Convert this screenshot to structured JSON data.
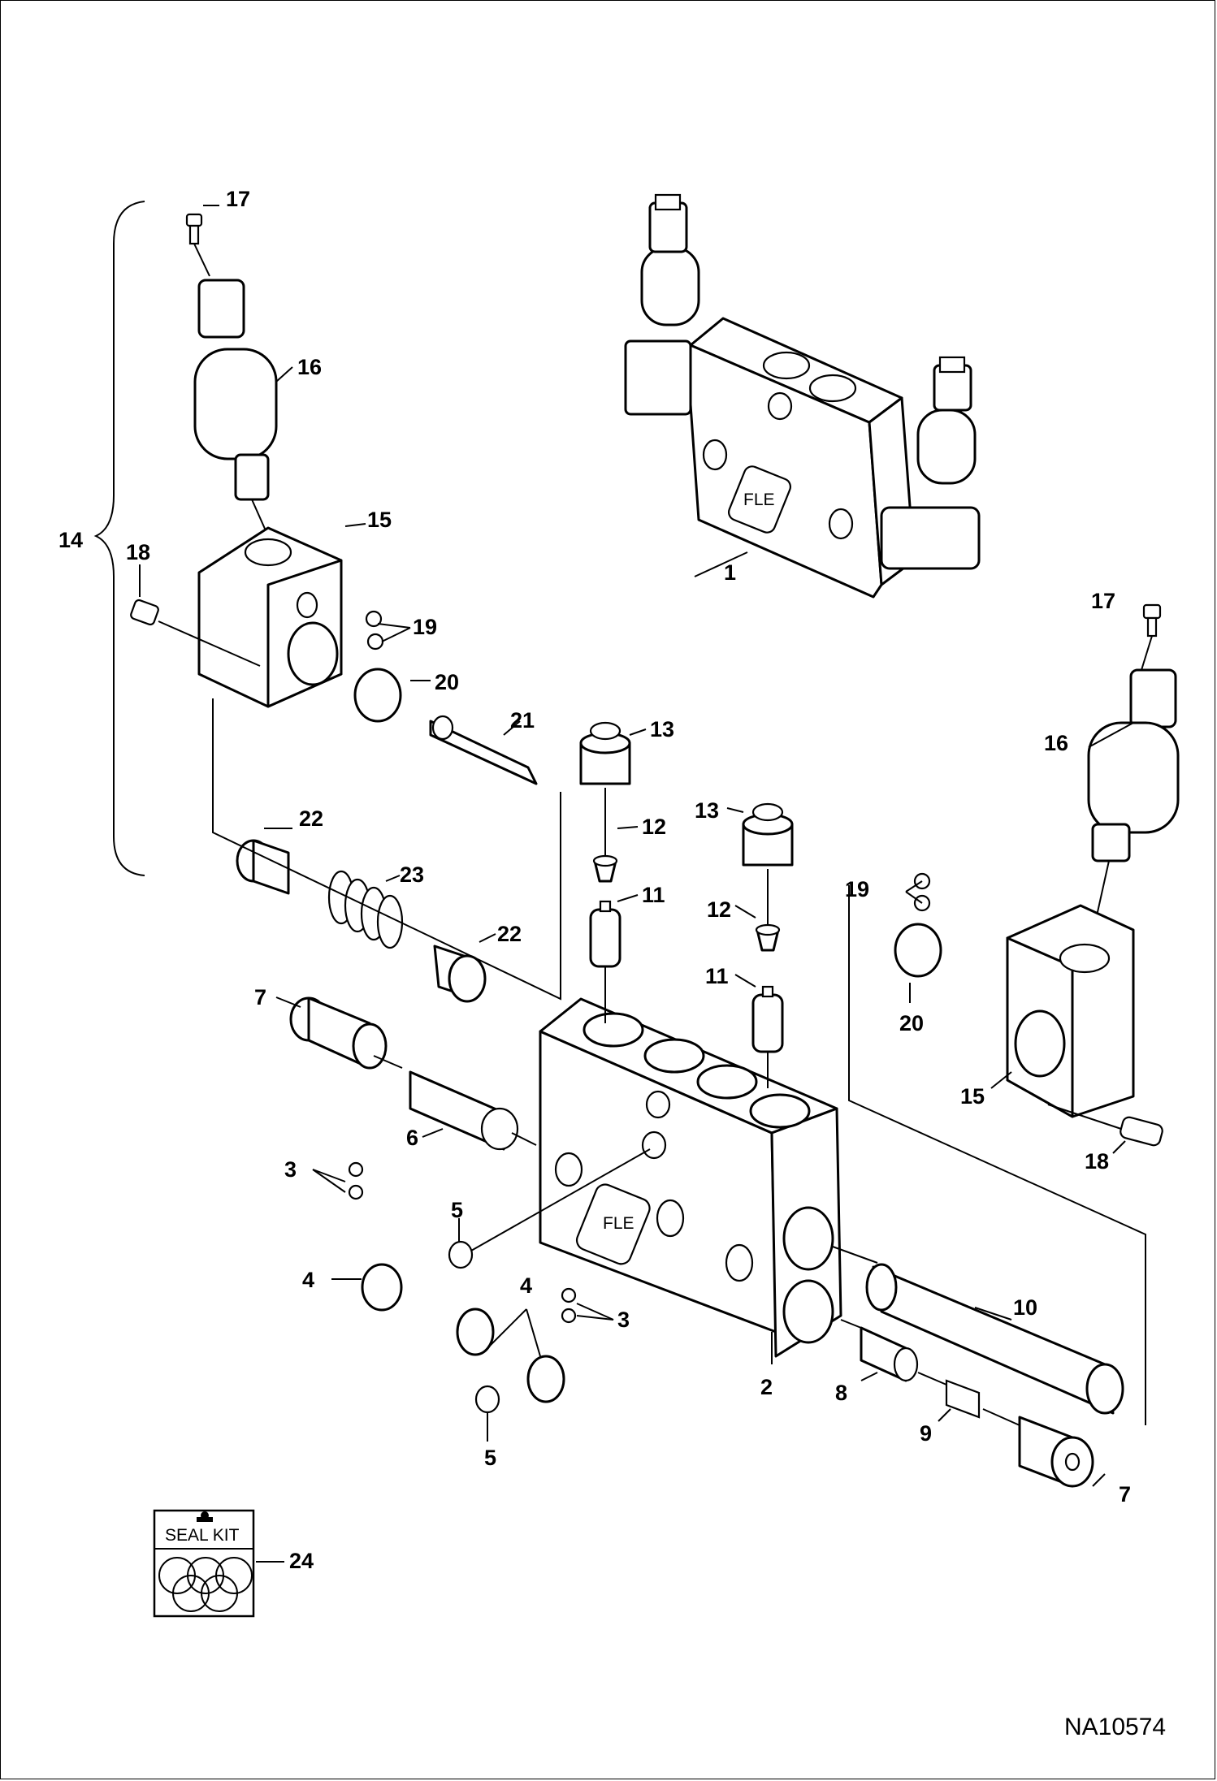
{
  "drawing_number": "NA10574",
  "seal_kit": {
    "label": "SEAL KIT",
    "callout": "24"
  },
  "callouts": [
    {
      "id": "c1",
      "text": "1"
    },
    {
      "id": "c2",
      "text": "2"
    },
    {
      "id": "c3a",
      "text": "3"
    },
    {
      "id": "c3b",
      "text": "3"
    },
    {
      "id": "c4a",
      "text": "4"
    },
    {
      "id": "c4b",
      "text": "4"
    },
    {
      "id": "c5a",
      "text": "5"
    },
    {
      "id": "c5b",
      "text": "5"
    },
    {
      "id": "c6",
      "text": "6"
    },
    {
      "id": "c7a",
      "text": "7"
    },
    {
      "id": "c7b",
      "text": "7"
    },
    {
      "id": "c8",
      "text": "8"
    },
    {
      "id": "c9",
      "text": "9"
    },
    {
      "id": "c10",
      "text": "10"
    },
    {
      "id": "c11a",
      "text": "11"
    },
    {
      "id": "c11b",
      "text": "11"
    },
    {
      "id": "c12a",
      "text": "12"
    },
    {
      "id": "c12b",
      "text": "12"
    },
    {
      "id": "c13a",
      "text": "13"
    },
    {
      "id": "c13b",
      "text": "13"
    },
    {
      "id": "c14",
      "text": "14"
    },
    {
      "id": "c15a",
      "text": "15"
    },
    {
      "id": "c15b",
      "text": "15"
    },
    {
      "id": "c16a",
      "text": "16"
    },
    {
      "id": "c16b",
      "text": "16"
    },
    {
      "id": "c17a",
      "text": "17"
    },
    {
      "id": "c17b",
      "text": "17"
    },
    {
      "id": "c18a",
      "text": "18"
    },
    {
      "id": "c18b",
      "text": "18"
    },
    {
      "id": "c19a",
      "text": "19"
    },
    {
      "id": "c19b",
      "text": "19"
    },
    {
      "id": "c20a",
      "text": "20"
    },
    {
      "id": "c20b",
      "text": "20"
    },
    {
      "id": "c21",
      "text": "21"
    },
    {
      "id": "c22a",
      "text": "22"
    },
    {
      "id": "c22b",
      "text": "22"
    },
    {
      "id": "c23",
      "text": "23"
    }
  ]
}
